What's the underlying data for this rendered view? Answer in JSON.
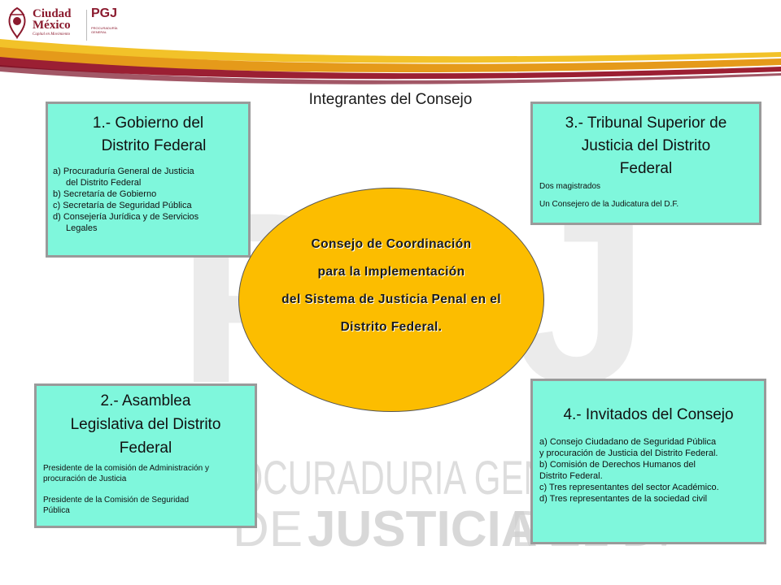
{
  "header": {
    "logo_ciudad": "Ciudad",
    "logo_mexico": "México",
    "logo_tagline": "Capital en Movimiento",
    "logo_pgj": "PGJ",
    "logo_pgj_sub": "PROCURADURÍA GENERAL"
  },
  "watermark": {
    "letters": "PGJ",
    "line1": "PROCURADURIA GENE",
    "line2_a": "DE",
    "line2_b": "JUSTICIA",
    "line2_c": "DEL DF"
  },
  "title": "Integrantes del Consejo",
  "center": {
    "line1": "Consejo de Coordinación",
    "line2": "para la Implementación",
    "line3": "del Sistema de Justicia Penal en el",
    "line4": "Distrito Federal."
  },
  "box1": {
    "title_line1": "1.- Gobierno del",
    "title_line2": "Distrito Federal",
    "items": [
      "a) Procuraduría  General  de Justicia",
      "del Distrito Federal",
      "b) Secretaría  de Gobierno",
      "c) Secretaría  de Seguridad Pública",
      "d) Consejería   Jurídica y de Servicios",
      "Legales"
    ]
  },
  "box2": {
    "title_line1": "2.- Asamblea",
    "title_line2": "Legislativa del Distrito",
    "title_line3": "Federal",
    "items": [
      "Presidente de la comisión de Administración y",
      "procuración de Justicia",
      "Presidente de la Comisión de Seguridad",
      "Pública"
    ]
  },
  "box3": {
    "title_line1": "3.- Tribunal Superior de",
    "title_line2": "Justicia del Distrito",
    "title_line3": "Federal",
    "items": [
      "Dos magistrados",
      "Un  Consejero de la Judicatura del D.F."
    ]
  },
  "box4": {
    "title": "4.- Invitados del Consejo",
    "items": [
      "a) Consejo Ciudadano de Seguridad Pública",
      "y procuración de Justicia del Distrito Federal.",
      "b) Comisión de Derechos Humanos  del",
      "Distrito Federal.",
      "c) Tres representantes  del sector Académico.",
      "d) Tres  representantes  de la sociedad civil"
    ]
  },
  "colors": {
    "box_fill": "#7ff7dc",
    "ellipse_fill": "#fcbd00",
    "brand": "#8b1a2e"
  }
}
